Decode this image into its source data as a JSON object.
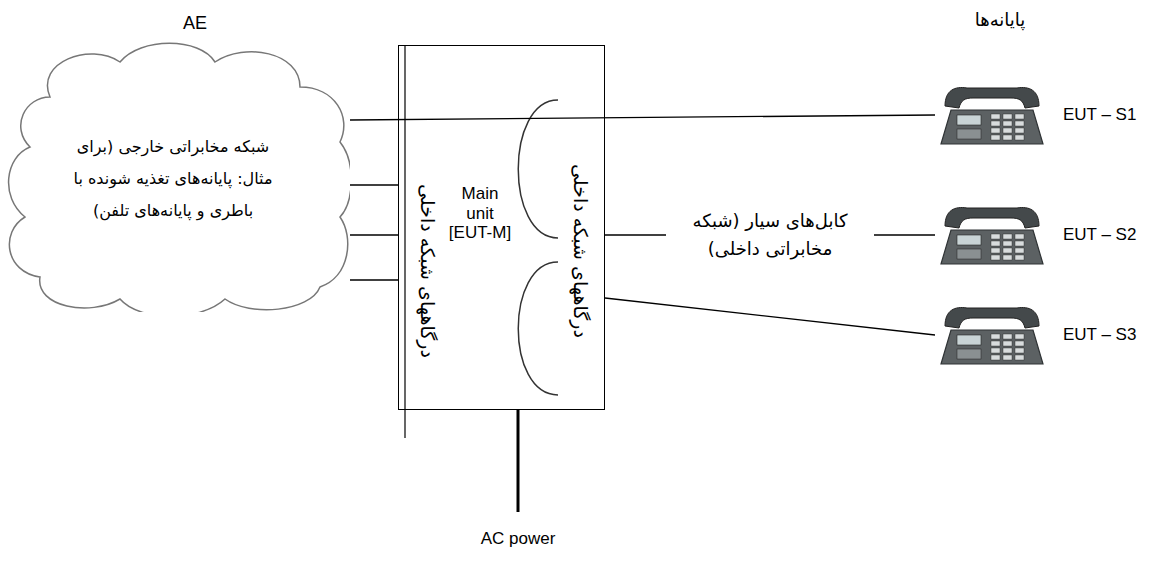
{
  "diagram": {
    "nodes": [
      {
        "text": [
          "AE",
          "شبکه مخابراتی خارجی (برای مثال: پایانه‌های تغذیه شونده با باطری و پایانه‌های تلفن)"
        ]
      },
      {
        "text": [
          "درگاههای شبکه داخلی",
          "Main unit [EUT-M]",
          "درگاههای شبکه داخلی"
        ]
      },
      {
        "text": [
          "EUT – S1"
        ]
      },
      {
        "text": [
          "EUT – S2"
        ]
      },
      {
        "text": [
          "EUT – S3"
        ]
      }
    ],
    "edges": [
      {
        "from": 0,
        "to": 2,
        "arrow": "none"
      },
      {
        "from": 0,
        "to": 1,
        "arrow": "none"
      },
      {
        "from": 0,
        "to": 1,
        "arrow": "none"
      },
      {
        "from": 0,
        "to": 1,
        "arrow": "none"
      },
      {
        "from": 1,
        "to": 3,
        "label": "کابل‌های سیار (شبکه مخابراتی داخلی)",
        "arrow": "none"
      },
      {
        "from": 1,
        "to": 4,
        "arrow": "none"
      }
    ],
    "labels": [
      "پایانه‌ها",
      "AC power"
    ]
  }
}
